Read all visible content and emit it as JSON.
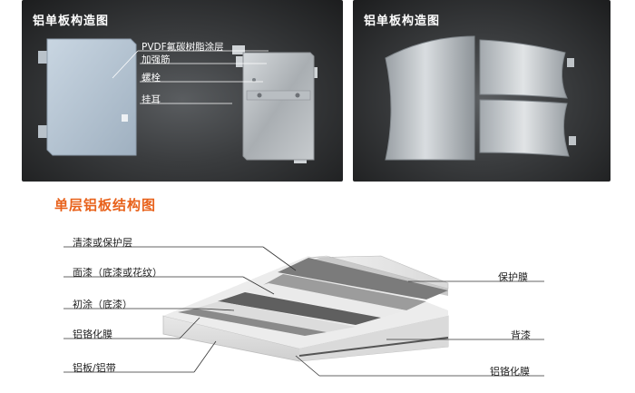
{
  "left_panel": {
    "title": "铝单板构造图",
    "callouts": [
      "PVDF氟碳树脂涂层",
      "加强筋",
      "螺栓",
      "挂耳"
    ]
  },
  "right_panel": {
    "title": "铝单板构造图"
  },
  "layer_section": {
    "title": "单层铝板结构图",
    "left_labels": [
      "清漆或保护层",
      "面漆（底漆或花纹）",
      "初涂（底漆）",
      "铝铬化膜",
      "铝板/铝带"
    ],
    "right_labels": [
      "保护膜",
      "背漆",
      "铝铬化膜"
    ]
  }
}
